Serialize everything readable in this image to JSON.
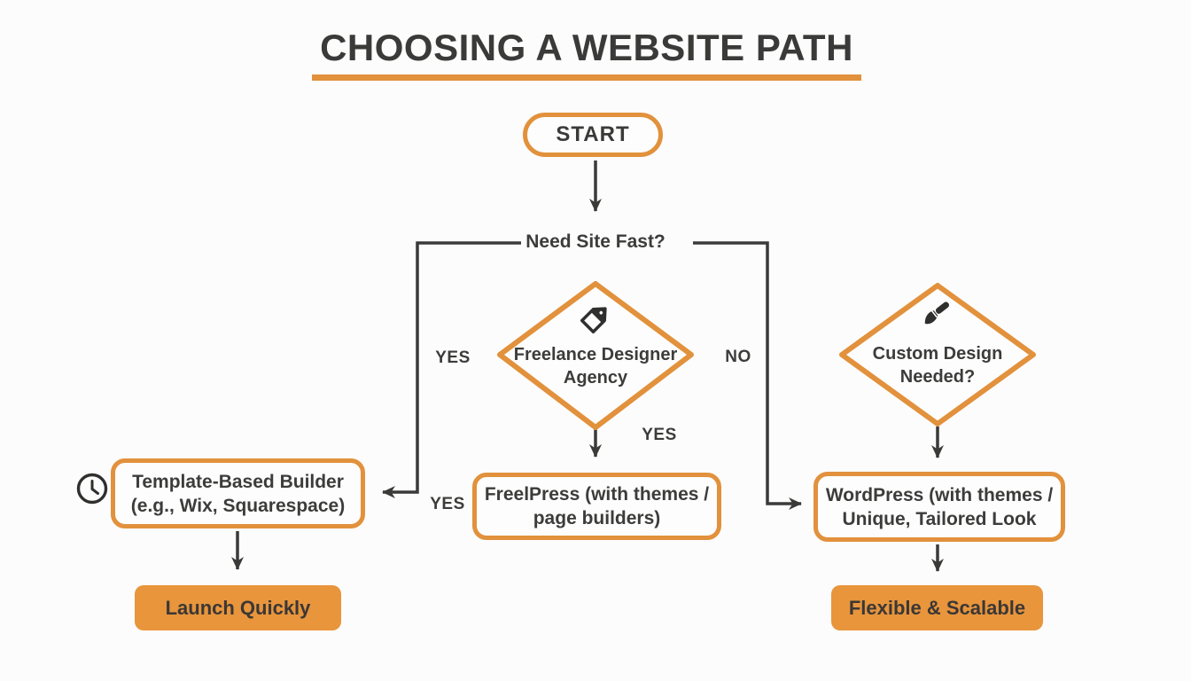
{
  "title": "CHOOSING A WEBSITE PATH",
  "colors": {
    "accent_orange": "#E2913C",
    "fill_orange": "#E8953C",
    "text_dark": "#3C3C3B",
    "line_dark": "#3A3A39",
    "background": "#FCFCFC"
  },
  "icons": {
    "freelance_diamond": "tag-icon",
    "custom_diamond": "paintbrush-icon",
    "template_box": "clock-icon"
  },
  "flowchart": {
    "start": {
      "label": "START"
    },
    "question": {
      "label": "Need Site Fast?"
    },
    "freelance_diamond": {
      "line1": "Freelance Designer",
      "line2": "Agency"
    },
    "custom_diamond": {
      "line1": "Custom Design",
      "line2": "Needed?"
    },
    "template_box": {
      "line1": "Template-Based Builder",
      "line2": "(e.g., Wix, Squarespace)"
    },
    "freelpress_box": {
      "line1": "FreelPress (with themes /",
      "line2": "page builders)"
    },
    "wordpress_box": {
      "line1": "WordPress (with themes /",
      "line2": "Unique, Tailored Look"
    },
    "launch_box": {
      "label": "Launch Quickly"
    },
    "flexible_box": {
      "label": "Flexible & Scalable"
    }
  },
  "edge_labels": {
    "yes_left": "YES",
    "no_right": "NO",
    "yes_freelance": "YES",
    "yes_template": "YES"
  }
}
